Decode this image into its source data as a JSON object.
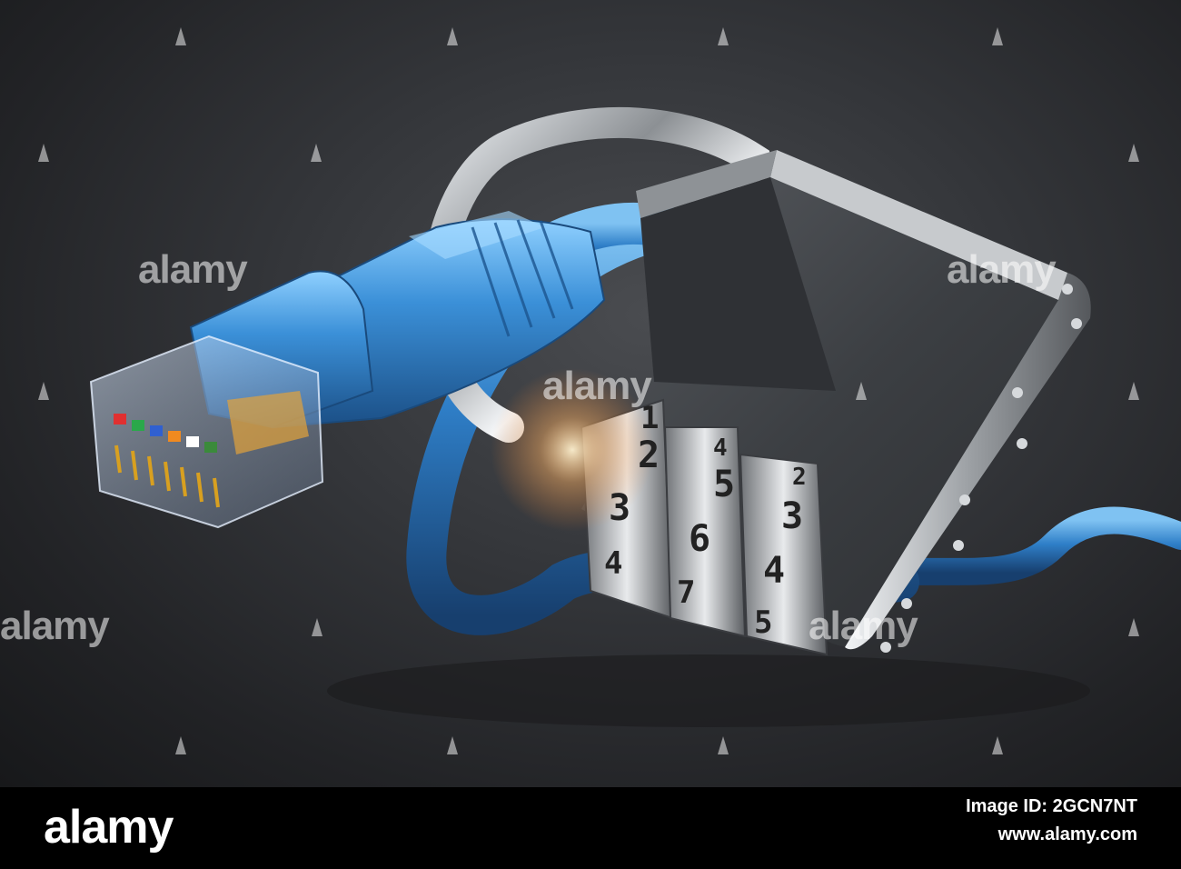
{
  "watermark": {
    "text": "alamy",
    "color": "#ffffff"
  },
  "padlock": {
    "dial_columns": [
      [
        "1",
        "2",
        "3",
        "4"
      ],
      [
        "4",
        "5",
        "6",
        "7"
      ],
      [
        "2",
        "3",
        "4",
        "5"
      ]
    ]
  },
  "colors": {
    "cable": "#2f7fc8",
    "background": "#2b2c2f",
    "metal": "#b9bcc0"
  },
  "footer": {
    "logo": "alamy",
    "image_id_label": "Image ID: 2GCN7NT",
    "url": "www.alamy.com"
  }
}
